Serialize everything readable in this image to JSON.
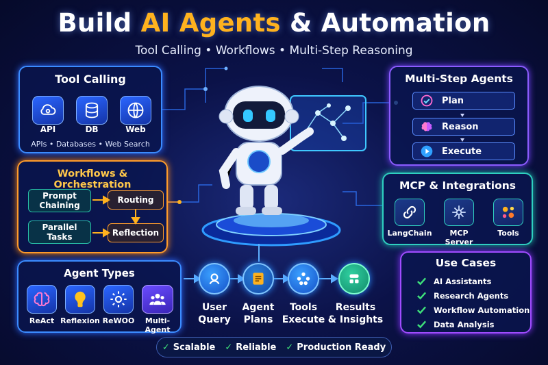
{
  "header": {
    "title_pre": "Build ",
    "title_accent": "AI Agents",
    "title_post": " & Automation",
    "subtitle": "Tool Calling • Workflows • Multi-Step Reasoning"
  },
  "tool_calling": {
    "title": "Tool Calling",
    "items": [
      {
        "label": "API",
        "icon": "cloud-gear-icon"
      },
      {
        "label": "DB",
        "icon": "database-icon"
      },
      {
        "label": "Web",
        "icon": "globe-icon"
      }
    ],
    "subtitle": "APIs • Databases • Web Search"
  },
  "workflows": {
    "title": "Workflows & Orchestration",
    "prompt_chaining": "Prompt Chaining",
    "routing": "Routing",
    "parallel_tasks": "Parallel Tasks",
    "reflection": "Reflection"
  },
  "agent_types": {
    "title": "Agent Types",
    "items": [
      {
        "label": "ReAct",
        "icon": "brain-icon"
      },
      {
        "label": "Reflexion",
        "icon": "lightbulb-icon"
      },
      {
        "label": "ReWOO",
        "icon": "gear-icon"
      },
      {
        "label": "Multi-Agent",
        "icon": "people-icon"
      }
    ]
  },
  "multi_step": {
    "title": "Multi-Step Agents",
    "steps": [
      "Plan",
      "Reason",
      "Execute"
    ]
  },
  "mcp": {
    "title": "MCP & Integrations",
    "items": [
      {
        "label": "LangChain",
        "icon": "link-icon"
      },
      {
        "label": "MCP Server",
        "icon": "circuit-icon"
      },
      {
        "label": "Tools",
        "icon": "tools-icon"
      }
    ]
  },
  "use_cases": {
    "title": "Use Cases",
    "items": [
      "AI Assistants",
      "Research Agents",
      "Workflow Automation",
      "Data Analysis"
    ]
  },
  "pipeline": {
    "steps": [
      {
        "line1": "User",
        "line2": "Query"
      },
      {
        "line1": "Agent",
        "line2": "Plans"
      },
      {
        "line1": "Tools",
        "line2": "Execute"
      },
      {
        "line1": "Results",
        "line2": "& Insights"
      }
    ]
  },
  "badges": [
    "Scalable",
    "Reliable",
    "Production Ready"
  ],
  "colors": {
    "accent": "#ffb21e",
    "blue": "#3b8cff",
    "orange": "#ff9c2b",
    "purple": "#8c5cff",
    "teal": "#2fd0c0",
    "check_green": "#3ee07a"
  }
}
